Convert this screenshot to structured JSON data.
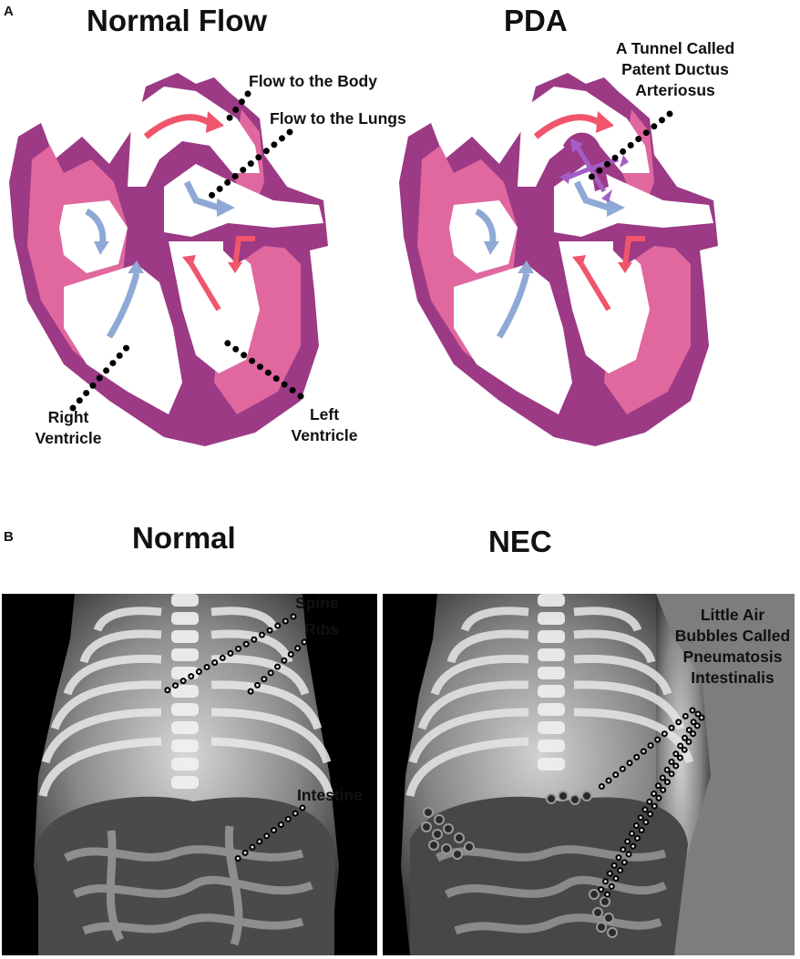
{
  "panel_a": {
    "letter": "A",
    "left_title": "Normal Flow",
    "right_title": "PDA",
    "labels": {
      "flow_body": "Flow to the Body",
      "flow_lungs": "Flow to the Lungs",
      "right_ventricle": [
        "Right",
        "Ventricle"
      ],
      "left_ventricle": [
        "Left",
        "Ventricle"
      ],
      "pda_tunnel": [
        "A Tunnel Called",
        "Patent Ductus",
        "Arteriosus"
      ]
    }
  },
  "panel_b": {
    "letter": "B",
    "left_title": "Normal",
    "right_title": "NEC",
    "labels": {
      "spine": "Spine",
      "ribs": "Ribs",
      "intestine": "Intestine",
      "pneumatosis": [
        "Little Air",
        "Bubbles Called",
        "Pneumatosis",
        "Intestinalis"
      ]
    }
  },
  "colors": {
    "heart_dark": "#9c3a86",
    "heart_pink": "#e0689f",
    "flow_red": "#f0566b",
    "flow_blue": "#8fa9d6",
    "ductus_purple": "#a45ec4"
  }
}
